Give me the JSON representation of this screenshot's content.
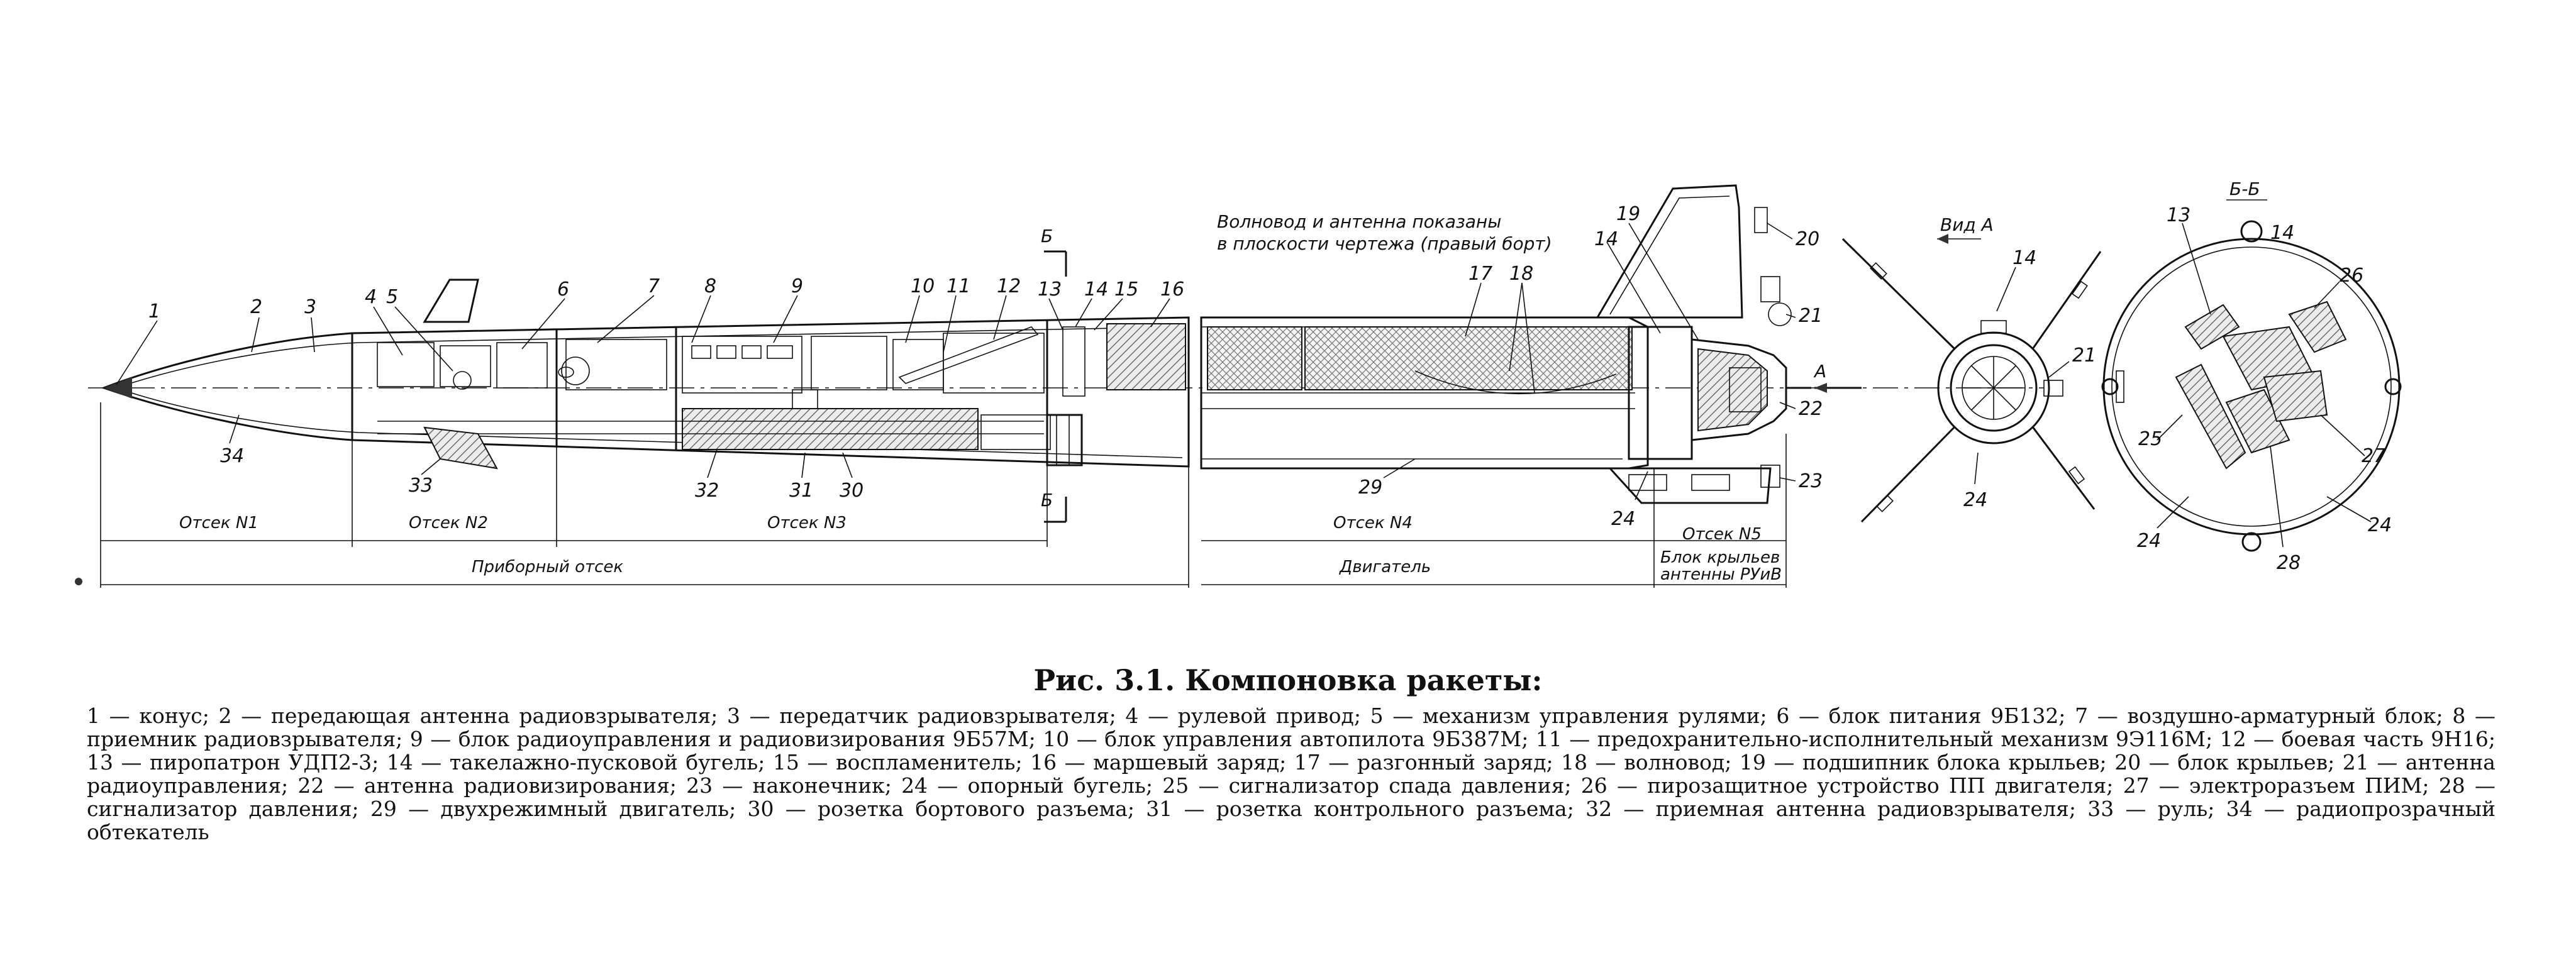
{
  "callouts": {
    "n1": "1",
    "n2": "2",
    "n3": "3",
    "n4": "4",
    "n5": "5",
    "n6": "6",
    "n7": "7",
    "n8": "8",
    "n9": "9",
    "n10": "10",
    "n11": "11",
    "n12": "12",
    "n13": "13",
    "n14": "14",
    "n15": "15",
    "n16": "16",
    "n17": "17",
    "n18": "18",
    "n19": "19",
    "n20": "20",
    "n21": "21",
    "n22": "22",
    "n23": "23",
    "n24": "24",
    "n29": "29",
    "n30": "30",
    "n31": "31",
    "n32": "32",
    "n33": "33",
    "n34": "34"
  },
  "view_a": {
    "title": "Вид А",
    "n14": "14",
    "n21": "21",
    "n24": "24"
  },
  "section_bb": {
    "title": "Б-Б",
    "n13": "13",
    "n14": "14",
    "n24a": "24",
    "n24b": "24",
    "n25": "25",
    "n26": "26",
    "n27": "27",
    "n28": "28"
  },
  "section_marks": {
    "b_top": "Б",
    "b_bottom": "Б",
    "arrow_a": "А"
  },
  "note": {
    "line1": "Волновод и антенна показаны",
    "line2": "в плоскости чертежа (правый борт)"
  },
  "compartments": {
    "c1": "Отсек N1",
    "c2": "Отсек N2",
    "c3": "Отсек N3",
    "c4": "Отсек N4",
    "c5": "Отсек N5",
    "instrument": "Приборный отсек",
    "engine": "Двигатель",
    "wing_line1": "Блок крыльев",
    "wing_line2": "антенны РУиВ"
  },
  "caption": "Рис. 3.1. Компоновка ракеты:",
  "legend": "1 — конус; 2 — передающая антенна радиовзрывателя; 3 — передатчик радиовзрывателя; 4 — рулевой привод; 5 — механизм управления рулями; 6 — блок питания 9Б132; 7 — воздушно-арматурный блок; 8 — приемник радиовзрывателя; 9 — блок радиоуправления и радиовизирования 9Б57М; 10 — блок управления автопилота 9Б387М; 11 — предохранительно-исполнительный механизм 9Э116М; 12 — боевая часть 9Н16; 13 — пиропатрон УДП2-3; 14 — такелажно-пусковой бугель; 15 — воспламенитель; 16 — маршевый заряд; 17 — разгонный заряд; 18 — волновод; 19 — подшипник блока крыльев; 20 — блок крыльев; 21 — антенна радиоуправления; 22 — антенна радиовизирования; 23 — наконечник; 24 — опорный бугель; 25 — сигнализатор спада давления; 26 — пирозащитное устройство ПП двигателя; 27 — электроразъем ПИМ; 28 — сигнализатор давления; 29 — двухрежимный двигатель; 30 — розетка бортового разъема; 31 — розетка контрольного разъема; 32 — приемная антенна радиовзрывателя; 33 — руль; 34 — радиопрозрачный обтекатель"
}
